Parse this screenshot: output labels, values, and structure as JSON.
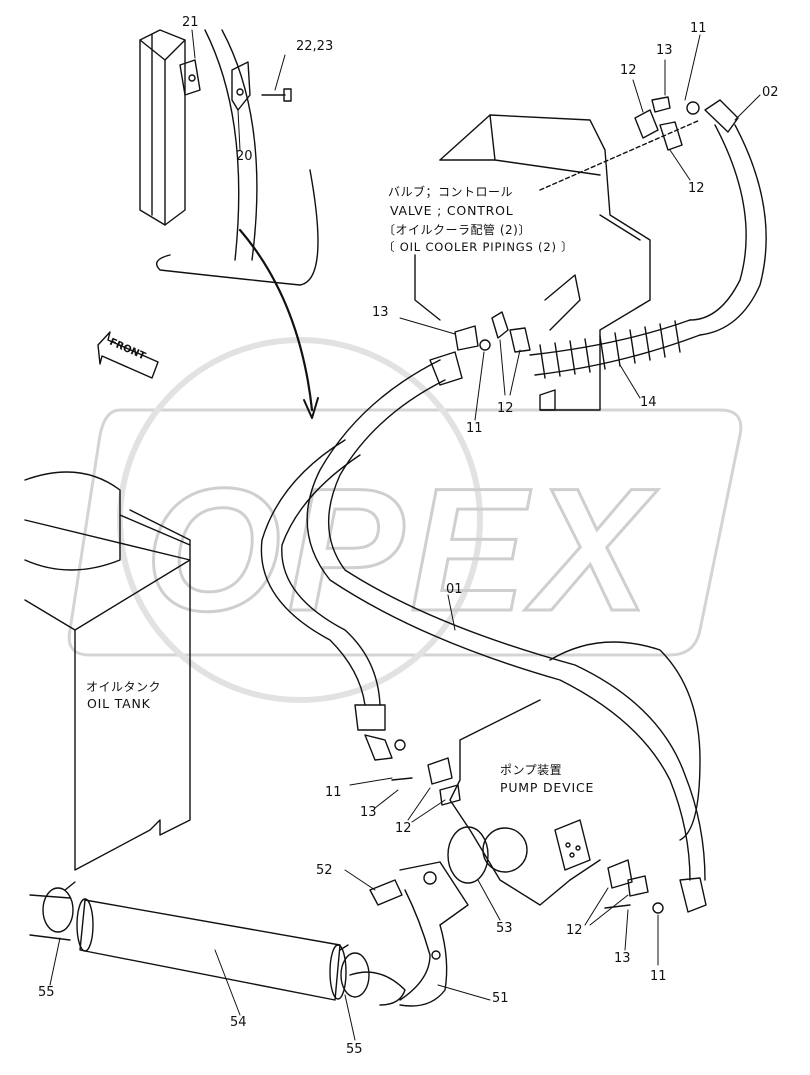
{
  "watermark": "OPEX",
  "front_label": "FRONT",
  "part_labels": {
    "p01": "01",
    "p02": "02",
    "p11a": "11",
    "p11b": "11",
    "p11c": "11",
    "p11d": "11",
    "p12a": "12",
    "p12b": "12",
    "p12c": "12",
    "p12d": "12",
    "p12e": "12",
    "p13a": "13",
    "p13b": "13",
    "p13c": "13",
    "p13d": "13",
    "p14": "14",
    "p20": "20",
    "p21": "21",
    "p2223": "22,23",
    "p51": "51",
    "p52": "52",
    "p53": "53",
    "p54": "54",
    "p55a": "55",
    "p55b": "55"
  },
  "callouts": {
    "valve_jp": "バルブ；コントロール",
    "valve_en": "VALVE ; CONTROL",
    "piping_jp": "〔オイルクーラ配管 (2)〕",
    "piping_en": "〔 OIL COOLER PIPINGS (2) 〕",
    "tank_jp": "オイルタンク",
    "tank_en": "OIL TANK",
    "pump_jp": "ポンプ装置",
    "pump_en": "PUMP DEVICE"
  },
  "colors": {
    "line": "#111111",
    "watermark": "#d8d8d8"
  }
}
